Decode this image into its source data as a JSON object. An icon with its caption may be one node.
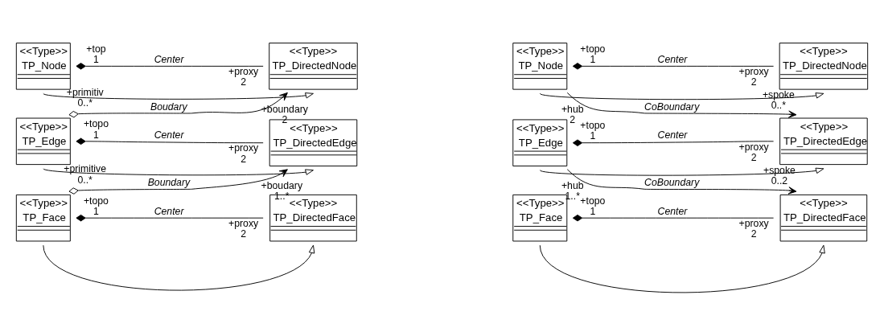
{
  "diagram": {
    "nodes": [
      {
        "text": [
          "<<Type>>",
          "TP_Node"
        ]
      },
      {
        "text": [
          "<<Type>>",
          "TP_DirectedNode"
        ]
      },
      {
        "text": [
          "<<Type>>",
          "TP_Edge"
        ]
      },
      {
        "text": [
          "<<Type>>",
          "TP_DirectedEdge"
        ]
      },
      {
        "text": [
          "<<Type>>",
          "TP_Face"
        ]
      },
      {
        "text": [
          "<<Type>>",
          "TP_DirectedFace"
        ]
      },
      {
        "text": [
          "<<Type>>",
          "TP_Node"
        ]
      },
      {
        "text": [
          "<<Type>>",
          "TP_DirectedNode"
        ]
      },
      {
        "text": [
          "<<Type>>",
          "TP_Edge"
        ]
      },
      {
        "text": [
          "<<Type>>",
          "TP_DirectedEdge"
        ]
      },
      {
        "text": [
          "<<Type>>",
          "TP_Face"
        ]
      },
      {
        "text": [
          "<<Type>>",
          "TP_DirectedFace"
        ]
      }
    ],
    "edges": [
      {
        "from": 0,
        "to": 1,
        "arrow": "other",
        "label": "Center"
      },
      {
        "from": 0,
        "to": 1,
        "arrow": "to"
      },
      {
        "from": 2,
        "to": 1,
        "arrow": "to",
        "label": "Boudary"
      },
      {
        "from": 2,
        "to": 3,
        "arrow": "other",
        "label": "Center"
      },
      {
        "from": 2,
        "to": 3,
        "arrow": "to"
      },
      {
        "from": 4,
        "to": 3,
        "arrow": "to",
        "label": "Boundary"
      },
      {
        "from": 4,
        "to": 5,
        "arrow": "other",
        "label": "Center"
      },
      {
        "from": 4,
        "to": 5,
        "arrow": "to"
      },
      {
        "from": 6,
        "to": 7,
        "arrow": "other",
        "label": "Center"
      },
      {
        "from": 6,
        "to": 7,
        "arrow": "to"
      },
      {
        "from": 6,
        "to": 9,
        "arrow": "to",
        "label": "CoBoundary"
      },
      {
        "from": 8,
        "to": 9,
        "arrow": "other",
        "label": "Center"
      },
      {
        "from": 8,
        "to": 9,
        "arrow": "to"
      },
      {
        "from": 8,
        "to": 11,
        "arrow": "to",
        "label": "CoBoundary"
      },
      {
        "from": 10,
        "to": 11,
        "arrow": "other",
        "label": "Center"
      },
      {
        "from": 10,
        "to": 11,
        "arrow": "to"
      }
    ],
    "labels": [
      "+top",
      "1",
      "+proxy",
      "2",
      "+primitiv",
      "0..*",
      "+boundary",
      "2",
      "+topo",
      "1",
      "+proxy",
      "2",
      "+primitive",
      "0..*",
      "+boudary",
      "1..*",
      "+topo",
      "1",
      "+proxy",
      "2",
      "+topo",
      "1",
      "+proxy",
      "2",
      "+hub",
      "2",
      "+spoke",
      "0..*",
      "+topo",
      "1",
      "+proxy",
      "2",
      "+hub",
      "1..*",
      "+spoke",
      "0..2",
      "+topo",
      "1",
      "+proxy",
      "2"
    ]
  }
}
